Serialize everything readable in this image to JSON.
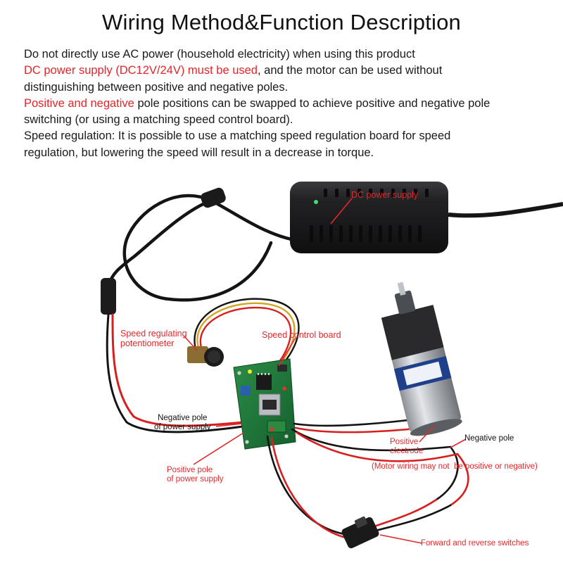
{
  "title": "Wiring Method&Function Description",
  "description": {
    "line1": "Do not directly use AC power (household electricity) when using this product",
    "line2_red": "DC power supply (DC12V/24V) must be used",
    "line2_rest": ", and the motor can be used without",
    "line3": "distinguishing between positive and negative poles.",
    "line4_red": "Positive and negative",
    "line4_rest": " pole positions can be swapped to achieve positive and negative pole",
    "line5": "switching (or using a matching speed control board).",
    "line6": "Speed regulation: It is possible to use a matching speed regulation board for speed",
    "line7": "regulation, but lowering the speed will result in a decrease in torque."
  },
  "labels": {
    "dc_power_supply": "DC power supply",
    "speed_potentiometer_1": "Speed regulating",
    "speed_potentiometer_2": "potentiometer",
    "speed_control_board": "Speed control board",
    "negative_power_1": "Negative pole",
    "negative_power_2": "of power supply",
    "positive_power_1": "Positive pole",
    "positive_power_2": "of power supply",
    "positive_electrode_1": "Positive",
    "positive_electrode_2": "electrode",
    "negative_pole": "Negative pole",
    "motor_wiring_note": "(Motor wiring may not  be positive or negative)",
    "switches": "Forward and reverse switches"
  },
  "colors": {
    "accent_red": "#e5252a",
    "board_green": "#1f7a3a",
    "adapter_black": "#1b1b1d"
  }
}
